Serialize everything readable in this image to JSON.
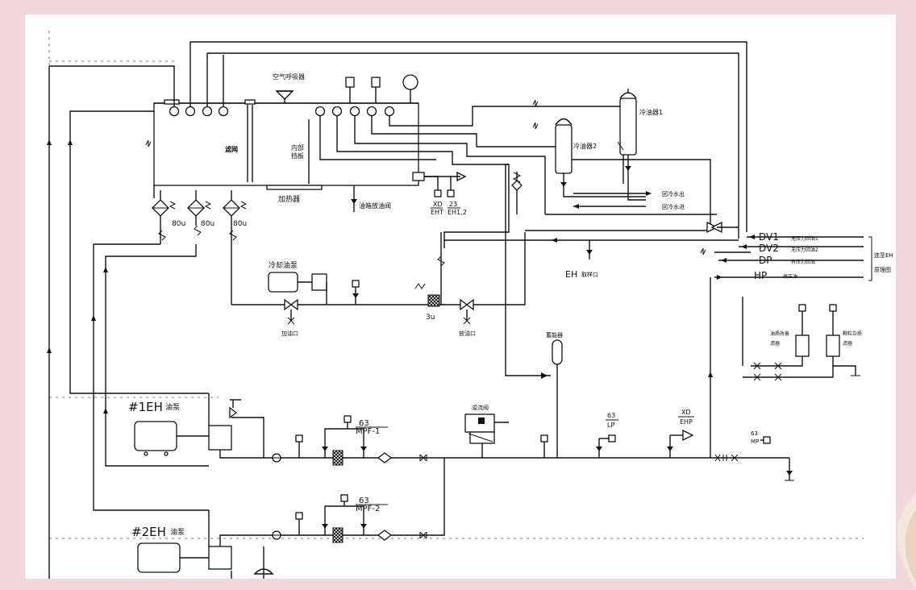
{
  "labels": {
    "air_breather": "空气呼吸器",
    "filter_screen": "滤网",
    "inner_baffle_1": "内部",
    "inner_baffle_2": "挡板",
    "heater": "加热器",
    "tank_drain_valve": "油箱放油阀",
    "xd": "XD",
    "eht": "EHT",
    "n23": "23",
    "eh12": "EH1,2",
    "cooler1": "冷油器1",
    "cooler2": "冷油器2",
    "cw_out": "回冷水出",
    "cw_in": "回冷水进",
    "dv1": "DV1",
    "dv1_note": "无压力回油1",
    "dv2": "DV2",
    "dv2_note": "无压力回油2",
    "dp": "DP",
    "dp_note": "有压力回油",
    "hp": "HP",
    "hp_note": "高压油",
    "to_eh_1": "连至EH",
    "to_eh_2": "原理图",
    "eh_sample": "EH",
    "eh_sample_note": "取样口",
    "cooling_pump": "冷却油泵",
    "fill_port": "加油口",
    "drain_port": "放油口",
    "filter_3u": "3u",
    "m80_1": "80u",
    "m80_2": "80u",
    "m80_3": "80u",
    "accumulator": "蓄能器",
    "relief_valve": "溢流阀",
    "regen_filter_1a": "油质改善",
    "regen_filter_1b": "滤器",
    "regen_filter_2a": "颗粒杂质",
    "regen_filter_2b": "滤器",
    "pump1": "#1EH",
    "pump1_note": "油泵",
    "pump2": "#2EH",
    "pump2_note": "油泵",
    "p63_1": "63",
    "mpf1": "MPF-1",
    "p63_2": "63",
    "mpf2": "MPF-2",
    "p63_lp": "63",
    "lp": "LP",
    "xd_ehp": "XD",
    "ehp": "EHP",
    "p63_mp": "63",
    "mp": "MP"
  },
  "colors": {
    "slide_bg": "#f1d6dc",
    "sheet": "#ffffff",
    "ink": "#111111"
  }
}
